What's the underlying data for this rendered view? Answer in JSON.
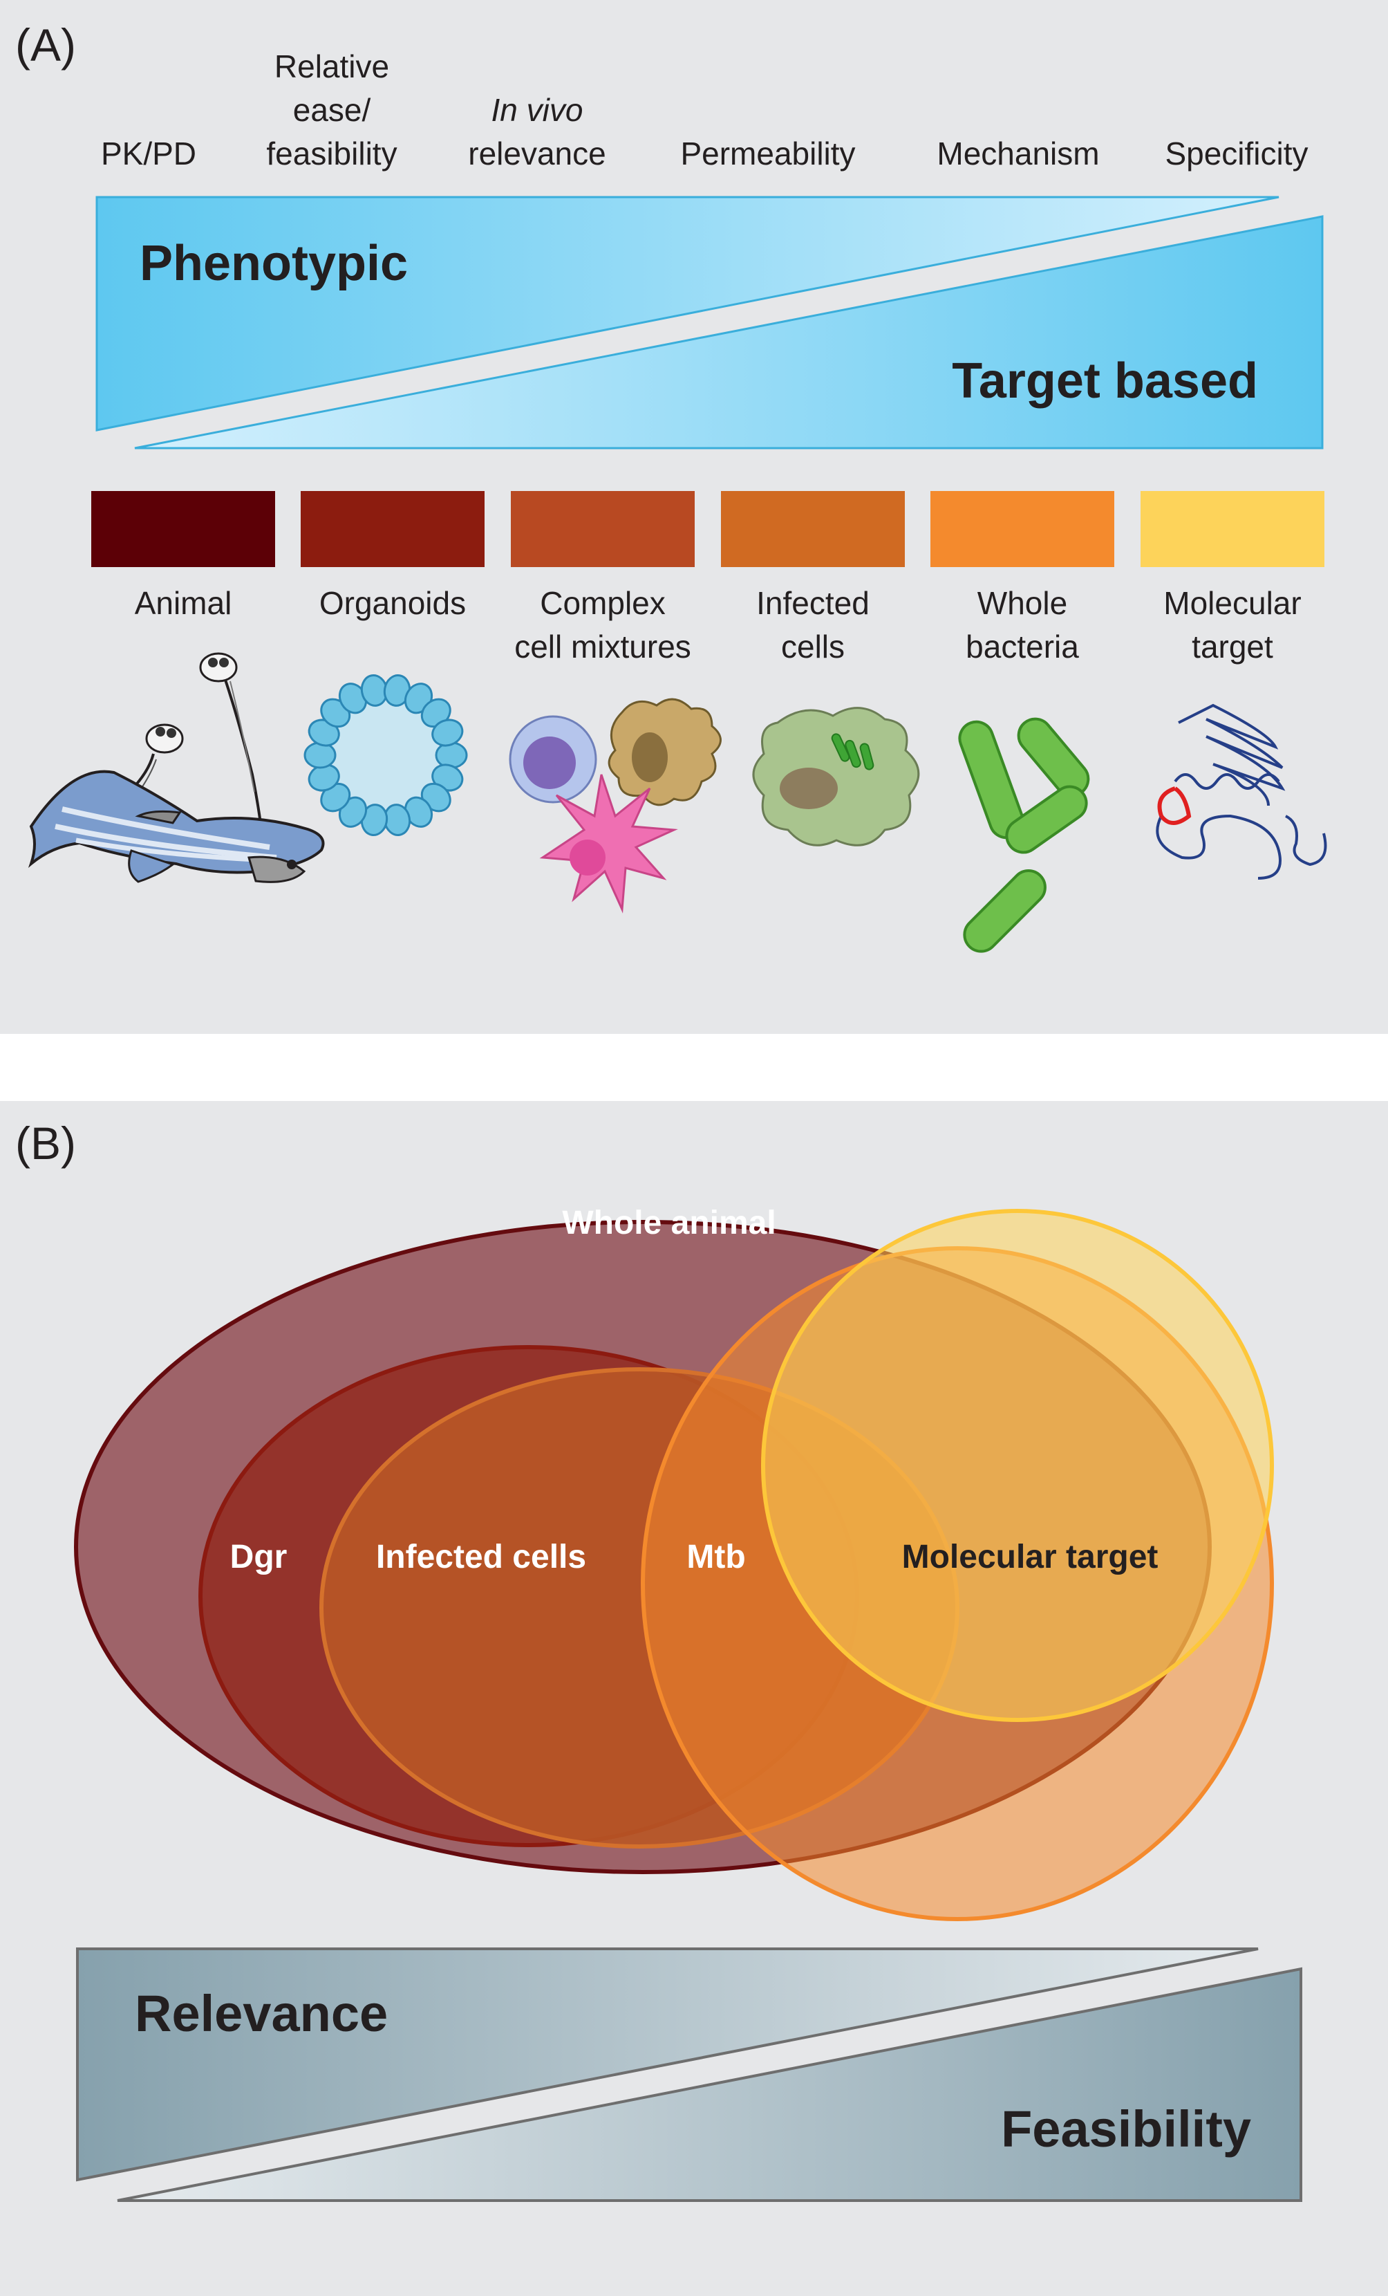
{
  "panel_a": {
    "label": "(A)",
    "top_labels": {
      "pkpd": "PK/PD",
      "ease": [
        "Relative",
        "ease/",
        "feasibility"
      ],
      "invivo": [
        "In vivo",
        "relevance"
      ],
      "permeability": "Permeability",
      "mechanism": "Mechanism",
      "specificity": "Specificity"
    },
    "wedge_top": "Phenotypic",
    "wedge_bottom": "Target based",
    "swatches": [
      {
        "color": "#5c0006",
        "label": [
          "Animal"
        ]
      },
      {
        "color": "#8c1c0f",
        "label": [
          "Organoids"
        ]
      },
      {
        "color": "#b84922",
        "label": [
          "Complex",
          "cell mixtures"
        ]
      },
      {
        "color": "#d06a22",
        "label": [
          "Infected",
          "cells"
        ]
      },
      {
        "color": "#f48a2d",
        "label": [
          "Whole",
          "bacteria"
        ]
      },
      {
        "color": "#fdd35a",
        "label": [
          "Molecular",
          "target"
        ]
      }
    ],
    "icons": [
      "zebrafish-icon",
      "organoid-icon",
      "cell-mixture-icon",
      "infected-cell-icon",
      "bacteria-icon",
      "protein-icon"
    ]
  },
  "panel_b": {
    "label": "(B)",
    "sets": {
      "whole_animal": "Whole animal",
      "dgr": "Dgr",
      "infected_cells": "Infected cells",
      "mtb": "Mtb",
      "molecular_target": "Molecular target"
    },
    "wedge_top": "Relevance",
    "wedge_bottom": "Feasibility"
  },
  "colors": {
    "panel_bg": "#e6e7e9",
    "blue_dark": "#5ec8f0",
    "blue_light": "#cdeefc",
    "slate_dark": "#8aa3ae",
    "slate_light": "#e3e9ec"
  }
}
